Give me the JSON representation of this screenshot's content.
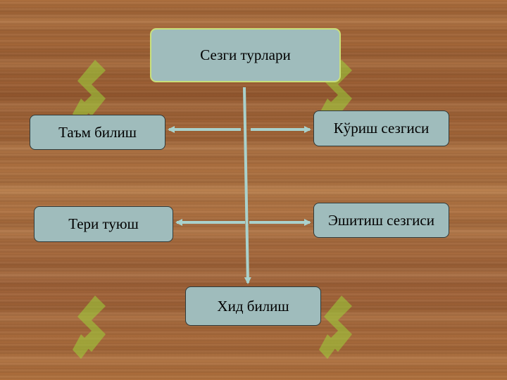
{
  "diagram": {
    "root": {
      "label": "Сезги турлари"
    },
    "nodes": {
      "taste": {
        "label": "Таъм билиш"
      },
      "sight": {
        "label": "Кўриш сезгиси"
      },
      "touch": {
        "label": "Тери туюш"
      },
      "hearing": {
        "label": "Эшитиш сезгиси"
      },
      "smell": {
        "label": "Хид билиш"
      }
    }
  },
  "colors": {
    "node_fill": "#9fbcbc",
    "root_border": "#c9e07a",
    "connector": "#a9d1cc",
    "watermark": "#9ed43a"
  }
}
